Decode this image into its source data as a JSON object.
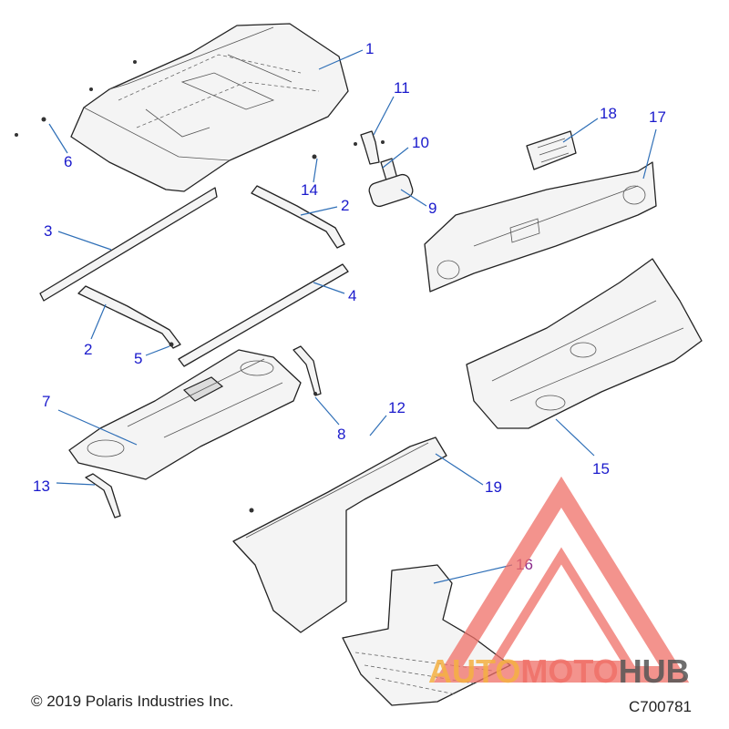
{
  "diagram": {
    "callouts": [
      {
        "id": "1",
        "label": "1"
      },
      {
        "id": "2a",
        "label": "2"
      },
      {
        "id": "2b",
        "label": "2"
      },
      {
        "id": "3",
        "label": "3"
      },
      {
        "id": "4",
        "label": "4"
      },
      {
        "id": "5",
        "label": "5"
      },
      {
        "id": "6",
        "label": "6"
      },
      {
        "id": "7",
        "label": "7"
      },
      {
        "id": "8",
        "label": "8"
      },
      {
        "id": "9",
        "label": "9"
      },
      {
        "id": "10",
        "label": "10"
      },
      {
        "id": "11",
        "label": "11"
      },
      {
        "id": "12",
        "label": "12"
      },
      {
        "id": "13",
        "label": "13"
      },
      {
        "id": "14",
        "label": "14"
      },
      {
        "id": "15",
        "label": "15"
      },
      {
        "id": "16",
        "label": "16"
      },
      {
        "id": "17",
        "label": "17"
      },
      {
        "id": "18",
        "label": "18"
      },
      {
        "id": "19",
        "label": "19"
      }
    ],
    "colors": {
      "callout_text": "#1a1acc",
      "callout_16_text": "#8a2a8a",
      "leader_line": "#2f6fb7",
      "part_stroke": "#222222",
      "part_fill": "#f4f4f4"
    }
  },
  "footer": {
    "copyright": "© 2019 Polaris Industries Inc.",
    "figure_code": "C700781"
  },
  "watermark": {
    "part1": "AUTO",
    "part2": "MOTO",
    "part3": "HUB",
    "triangle_color": "#f07068"
  }
}
